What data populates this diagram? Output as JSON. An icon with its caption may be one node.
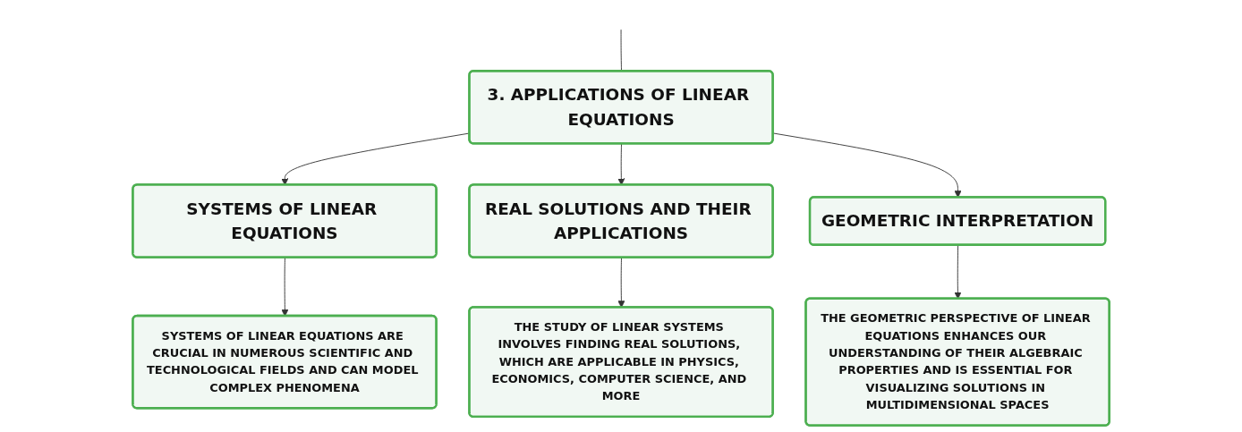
{
  "diagram": {
    "nodes": [
      {
        "text": [
          "3. APPLICATIONS OF LINEAR EQUATIONS"
        ]
      },
      {
        "text": [
          "SYSTEMS OF LINEAR EQUATIONS"
        ]
      },
      {
        "text": [
          "REAL SOLUTIONS AND THEIR APPLICATIONS"
        ]
      },
      {
        "text": [
          "GEOMETRIC INTERPRETATION"
        ]
      },
      {
        "text": [
          "SYSTEMS OF LINEAR EQUATIONS ARE CRUCIAL IN NUMEROUS SCIENTIFIC AND TECHNOLOGICAL FIELDS AND CAN MODEL COMPLEX PHENOMENA"
        ]
      },
      {
        "text": [
          "THE STUDY OF LINEAR SYSTEMS INVOLVES FINDING REAL SOLUTIONS, WHICH ARE APPLICABLE IN PHYSICS, ECONOMICS, COMPUTER SCIENCE, AND MORE"
        ]
      },
      {
        "text": [
          "THE GEOMETRIC PERSPECTIVE OF LINEAR EQUATIONS ENHANCES OUR UNDERSTANDING OF THEIR ALGEBRAIC PROPERTIES AND IS ESSENTIAL FOR VISUALIZING SOLUTIONS IN MULTIDIMENSIONAL SPACES"
        ]
      }
    ],
    "edges": [
      {
        "from": null,
        "to": 0,
        "arrow": "none"
      },
      {
        "from": 0,
        "to": 1,
        "arrow": "to"
      },
      {
        "from": 0,
        "to": 2,
        "arrow": "to"
      },
      {
        "from": 0,
        "to": 3,
        "arrow": "to"
      },
      {
        "from": 1,
        "to": 4,
        "arrow": "to"
      },
      {
        "from": 2,
        "to": 5,
        "arrow": "to"
      },
      {
        "from": 3,
        "to": 6,
        "arrow": "to"
      }
    ]
  }
}
